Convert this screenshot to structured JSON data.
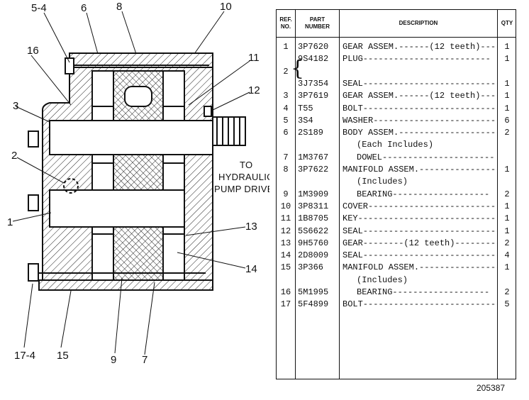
{
  "drawing": {
    "callouts": [
      "5-4",
      "6",
      "8",
      "10",
      "16",
      "11",
      "12",
      "3",
      "2",
      "1",
      "13",
      "14",
      "17-4",
      "15",
      "9",
      "7"
    ],
    "note_line1": "TO",
    "note_line2": "HYDRAULIC",
    "note_line3": "PUMP DRIVE"
  },
  "table": {
    "headers": {
      "ref_line1": "REF.",
      "ref_line2": "NO.",
      "part_line1": "PART",
      "part_line2": "NUMBER",
      "description": "DESCRIPTION",
      "qty": "QTY"
    },
    "rows": [
      {
        "ref": "1",
        "part": "3P7620",
        "desc": "GEAR ASSEM.------(12 teeth)--------",
        "qty": "1"
      },
      {
        "ref": "",
        "part": "9S4182",
        "desc": "PLUG-------------------------",
        "qty": "1"
      },
      {
        "ref": "2",
        "part": "",
        "desc": "",
        "qty": ""
      },
      {
        "ref": "",
        "part": "3J7354",
        "desc": "SEAL---------------------------",
        "qty": "1"
      },
      {
        "ref": "3",
        "part": "3P7619",
        "desc": "GEAR ASSEM.------(12 teeth)--------",
        "qty": "1"
      },
      {
        "ref": "4",
        "part": "T55",
        "desc": "BOLT---------------------------",
        "qty": "1"
      },
      {
        "ref": "5",
        "part": "3S4",
        "desc": "WASHER-------------------------",
        "qty": "6"
      },
      {
        "ref": "6",
        "part": "2S189",
        "desc": "BODY ASSEM.----------------------",
        "qty": "2"
      },
      {
        "ref": "",
        "part": "",
        "desc": "(Each Includes)",
        "qty": "",
        "sub": true
      },
      {
        "ref": "7",
        "part": "1M3767",
        "desc": "DOWEL----------------------",
        "qty": "",
        "sub": true
      },
      {
        "ref": "8",
        "part": "3P7622",
        "desc": "MANIFOLD ASSEM.-----------------",
        "qty": "1"
      },
      {
        "ref": "",
        "part": "",
        "desc": "(Includes)",
        "qty": "",
        "sub": true
      },
      {
        "ref": "9",
        "part": "1M3909",
        "desc": "BEARING-------------------",
        "qty": "2",
        "sub": true
      },
      {
        "ref": "10",
        "part": "3P8311",
        "desc": "COVER-------------------------",
        "qty": "1"
      },
      {
        "ref": "11",
        "part": "1B8705",
        "desc": "KEY---------------------------",
        "qty": "1"
      },
      {
        "ref": "12",
        "part": "5S6622",
        "desc": "SEAL---------------------------",
        "qty": "1"
      },
      {
        "ref": "13",
        "part": "9H5760",
        "desc": "GEAR--------(12 teeth)----------",
        "qty": "2"
      },
      {
        "ref": "14",
        "part": "2D8009",
        "desc": "SEAL---------------------------",
        "qty": "4"
      },
      {
        "ref": "15",
        "part": "3P366",
        "desc": "MANIFOLD ASSEM.-----------------",
        "qty": "1"
      },
      {
        "ref": "",
        "part": "",
        "desc": "(Includes)",
        "qty": "",
        "sub": true
      },
      {
        "ref": "16",
        "part": "5M1995",
        "desc": "BEARING-------------------",
        "qty": "2",
        "sub": true
      },
      {
        "ref": "17",
        "part": "5F4899",
        "desc": "BOLT---------------------------",
        "qty": "5"
      }
    ]
  },
  "figure_number": "205387"
}
